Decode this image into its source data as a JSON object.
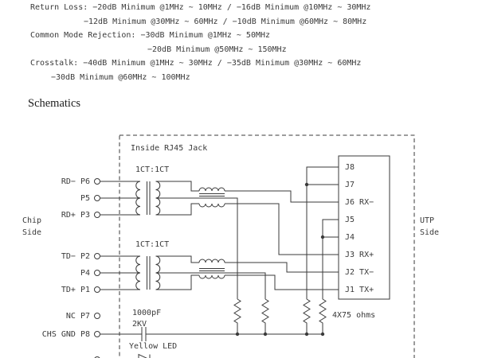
{
  "colors": {
    "ink": "#3a3a3a",
    "background": "#ffffff"
  },
  "specs": [
    "Return Loss: −20dB Minimum @1MHz ~ 10MHz / −16dB Minimum @10MHz ~ 30MHz",
    "−12dB Minimum @30MHz ~ 60MHz / −10dB Minimum @60MHz ~ 80MHz",
    "Common Mode Rejection: −30dB Minimum @1MHz ~ 50MHz",
    "−20dB Minimum @50MHz ~ 150MHz",
    "Crosstalk: −40dB Minimum @1MHz ~ 30MHz / −35dB Minimum @30MHz ~ 60MHz",
    "−30dB Minimum @60MHz ~ 100MHz"
  ],
  "section_title": "Schematics",
  "schematic": {
    "enclosure_label": "Inside RJ45 Jack",
    "chip_side": [
      "Chip",
      "Side"
    ],
    "utp_side": [
      "UTP",
      "Side"
    ],
    "transformer_labels": [
      "1CT:1CT",
      "1CT:1CT"
    ],
    "chip_pins": [
      "RD− P6",
      "P5",
      "RD+ P3",
      "TD− P2",
      "P4",
      "TD+ P1",
      "NC P7",
      "CHS GND P8"
    ],
    "jack_pins": [
      "J8",
      "J7",
      "J6 RX−",
      "J5",
      "J4",
      "J3 RX+",
      "J2 TX−",
      "J1 TX+"
    ],
    "capacitor": {
      "value": "1000pF",
      "rating": "2KV"
    },
    "resistors": {
      "label": "4X75 ohms"
    },
    "led": {
      "label": "Yellow LED"
    }
  }
}
